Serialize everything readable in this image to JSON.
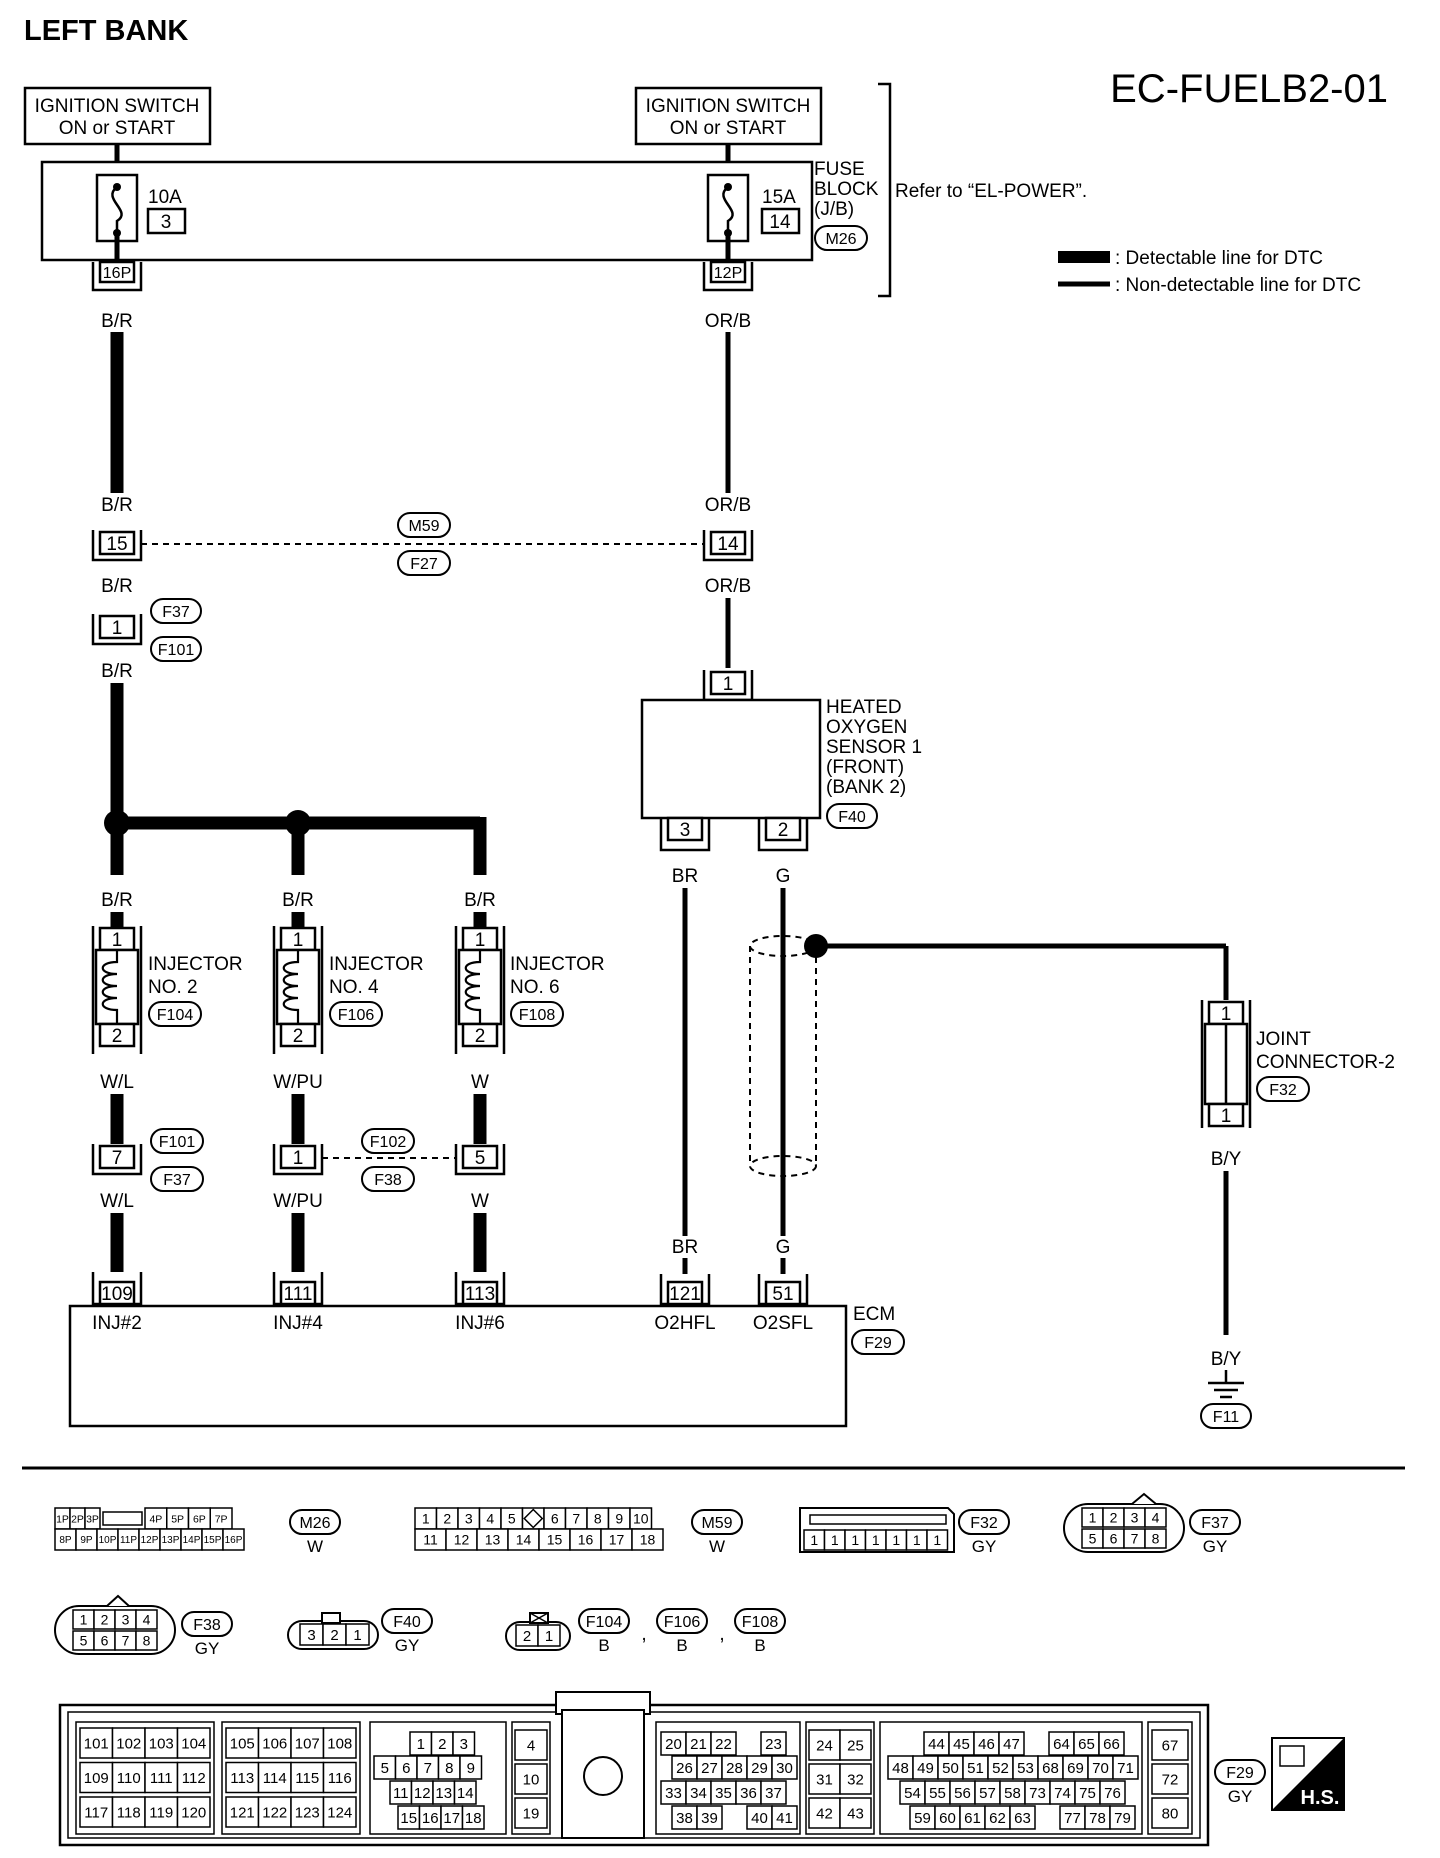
{
  "header": {
    "title": "LEFT BANK",
    "code": "EC-FUELB2-01"
  },
  "legend": {
    "detectable": ": Detectable line for DTC",
    "non_detectable": ": Non-detectable line for DTC"
  },
  "power": {
    "ign1": [
      "IGNITION SWITCH",
      "ON or START"
    ],
    "ign2": [
      "IGNITION SWITCH",
      "ON or START"
    ],
    "fuse1": {
      "amp": "10A",
      "num": "3",
      "pin": "16P"
    },
    "fuse2": {
      "amp": "15A",
      "num": "14",
      "pin": "12P"
    },
    "fuse_block": [
      "FUSE",
      "BLOCK",
      "(J/B)"
    ],
    "fuse_block_conn": "M26",
    "refer": "Refer to “EL-POWER”."
  },
  "wires": {
    "br": "B/R",
    "orb": "OR/B",
    "wl": "W/L",
    "wpu": "W/PU",
    "w": "W",
    "brn": "BR",
    "g": "G",
    "by": "B/Y"
  },
  "connectors": {
    "m59": "M59",
    "f27": "F27",
    "f37": "F37",
    "f101": "F101",
    "f102": "F102",
    "f38": "F38",
    "f40": "F40",
    "f32": "F32",
    "f29": "F29",
    "f11": "F11",
    "pins": {
      "p15": "15",
      "p14": "14",
      "p1": "1",
      "p3": "3",
      "p2": "2",
      "p7": "7",
      "p5": "5",
      "p109": "109",
      "p111": "111",
      "p113": "113",
      "p121": "121",
      "p51": "51"
    }
  },
  "components": {
    "hos": [
      "HEATED",
      "OXYGEN",
      "SENSOR 1",
      "(FRONT)",
      "(BANK 2)"
    ],
    "inj2": {
      "name": [
        "INJECTOR",
        "NO. 2"
      ],
      "conn": "F104"
    },
    "inj4": {
      "name": [
        "INJECTOR",
        "NO. 4"
      ],
      "conn": "F106"
    },
    "inj6": {
      "name": [
        "INJECTOR",
        "NO. 6"
      ],
      "conn": "F108"
    },
    "joint": [
      "JOINT",
      "CONNECTOR-2"
    ],
    "ecm": "ECM",
    "ecm_terms": [
      "INJ#2",
      "INJ#4",
      "INJ#6",
      "O2HFL",
      "O2SFL"
    ]
  },
  "connector_views": {
    "m26": {
      "label": "M26",
      "color": "W",
      "top": [
        "1P",
        "2P",
        "3P",
        "",
        "4P",
        "5P",
        "6P",
        "7P"
      ],
      "bottom": [
        "8P",
        "9P",
        "10P",
        "11P",
        "12P",
        "13P",
        "14P",
        "15P",
        "16P"
      ]
    },
    "m59": {
      "label": "M59",
      "color": "W",
      "top": [
        "1",
        "2",
        "3",
        "4",
        "5",
        "",
        "6",
        "7",
        "8",
        "9",
        "10"
      ],
      "bottom": [
        "11",
        "12",
        "13",
        "14",
        "15",
        "16",
        "17",
        "18"
      ]
    },
    "f32": {
      "label": "F32",
      "color": "GY",
      "pins": [
        "1",
        "1",
        "1",
        "1",
        "1",
        "1",
        "1"
      ]
    },
    "f37": {
      "label": "F37",
      "color": "GY",
      "top": [
        "1",
        "2",
        "3",
        "4"
      ],
      "bottom": [
        "5",
        "6",
        "7",
        "8"
      ]
    },
    "f38": {
      "label": "F38",
      "color": "GY",
      "top": [
        "1",
        "2",
        "3",
        "4"
      ],
      "bottom": [
        "5",
        "6",
        "7",
        "8"
      ]
    },
    "f40": {
      "label": "F40",
      "color": "GY",
      "pins": [
        "3",
        "2",
        "1"
      ]
    },
    "injc": {
      "labels": [
        "F104",
        "F106",
        "F108"
      ],
      "color": "B",
      "pins": [
        "2",
        "1"
      ],
      "sep": ","
    },
    "f29": {
      "label": "F29",
      "color": "GY",
      "g1": [
        [
          "101",
          "102",
          "103",
          "104"
        ],
        [
          "109",
          "110",
          "111",
          "112"
        ],
        [
          "117",
          "118",
          "119",
          "120"
        ]
      ],
      "g2": [
        [
          "105",
          "106",
          "107",
          "108"
        ],
        [
          "113",
          "114",
          "115",
          "116"
        ],
        [
          "121",
          "122",
          "123",
          "124"
        ]
      ],
      "g3": [
        [
          "1",
          "2",
          "3"
        ],
        [
          "5",
          "6",
          "7",
          "8",
          "9"
        ],
        [
          "11",
          "12",
          "13",
          "14"
        ],
        [
          "15",
          "16",
          "17",
          "18"
        ]
      ],
      "g4": [
        "4",
        "10",
        "19"
      ],
      "g5": [
        [
          "20",
          "21",
          "22",
          "",
          "23"
        ],
        [
          "26",
          "27",
          "28",
          "29",
          "30"
        ],
        [
          "33",
          "34",
          "35",
          "36",
          "37"
        ],
        [
          "38",
          "39",
          "",
          "40",
          "41"
        ]
      ],
      "g6": [
        [
          "24",
          "25"
        ],
        [
          "31",
          "32"
        ],
        [
          "42",
          "43"
        ]
      ],
      "g7": [
        [
          "44",
          "45",
          "46",
          "47",
          "",
          "64",
          "65",
          "66"
        ],
        [
          "48",
          "49",
          "50",
          "51",
          "52",
          "53",
          "68",
          "69",
          "70",
          "71"
        ],
        [
          "54",
          "55",
          "56",
          "57",
          "58",
          "73",
          "74",
          "75",
          "76"
        ],
        [
          "59",
          "60",
          "61",
          "62",
          "63",
          "",
          "77",
          "78",
          "79"
        ]
      ],
      "g8": [
        "67",
        "72",
        "80"
      ]
    }
  },
  "badge": "H.S."
}
